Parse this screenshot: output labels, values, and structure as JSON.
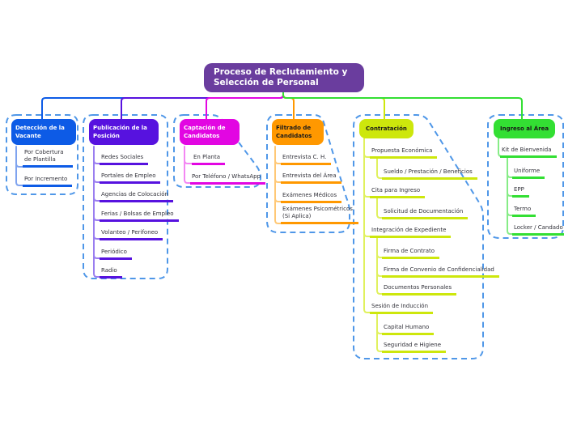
{
  "canvas": {
    "background": "#ffffff",
    "boundary_color": "#4f97e8",
    "leaf_text_color": "#33333b"
  },
  "root": {
    "label": "Proceso de Reclutamiento y Selección de Personal",
    "color": "#6a3d9e",
    "text_color": "#ffffff"
  },
  "branches": [
    {
      "label": "Detección de la Vacante",
      "color": "#0d5be6",
      "tint": "#7fa3ef",
      "text_color": "#ffffff",
      "children": [
        {
          "label": "Por Cobertura de Plantilla"
        },
        {
          "label": "Por Incremento"
        }
      ]
    },
    {
      "label": "Publicación de la Posición",
      "color": "#5712df",
      "tint": "#9a7ef0",
      "text_color": "#ffffff",
      "children": [
        {
          "label": "Redes Sociales"
        },
        {
          "label": "Portales de Empleo"
        },
        {
          "label": "Agencias de Colocación"
        },
        {
          "label": "Ferias / Bolsas de Empleo"
        },
        {
          "label": "Volanteo / Perifoneo"
        },
        {
          "label": "Periódico"
        },
        {
          "label": "Radio"
        }
      ]
    },
    {
      "label": "Captación de Candidatos",
      "color": "#e206e2",
      "tint": "#f387f3",
      "text_color": "#ffffff",
      "children": [
        {
          "label": "En Planta"
        },
        {
          "label": "Por Teléfono / WhatsApp"
        }
      ]
    },
    {
      "label": "Filtrado de Candidatos",
      "color": "#ff9800",
      "tint": "#ffc876",
      "text_color": "#1a1a1a",
      "children": [
        {
          "label": "Entrevista C. H."
        },
        {
          "label": "Entrevista del Área"
        },
        {
          "label": "Exámenes Médicos"
        },
        {
          "label": "Exámenes Psicométricos (Si Aplica)"
        }
      ]
    },
    {
      "label": "Contratación",
      "color": "#cde70c",
      "tint": "#e0f15e",
      "text_color": "#1a1a1a",
      "children": [
        {
          "label": "Propuesta Económica",
          "children": [
            {
              "label": "Sueldo / Prestación / Beneficios"
            }
          ]
        },
        {
          "label": "Cita para Ingreso",
          "children": [
            {
              "label": "Solicitud de Documentación"
            }
          ]
        },
        {
          "label": "Integración de Expediente",
          "children": [
            {
              "label": "Firma de Contrato"
            },
            {
              "label": "Firma de Convenio de Confidencialidad"
            },
            {
              "label": "Documentos Personales"
            }
          ]
        },
        {
          "label": "Sesión de Inducción",
          "children": [
            {
              "label": "Capital Humano"
            },
            {
              "label": "Seguridad e Higiene"
            }
          ]
        }
      ]
    },
    {
      "label": "Ingreso al Área",
      "color": "#33df33",
      "tint": "#86ec86",
      "text_color": "#1a1a1a",
      "children": [
        {
          "label": "Kit de Bienvenida",
          "children": [
            {
              "label": "Uniforme"
            },
            {
              "label": "EPP"
            },
            {
              "label": "Termo"
            },
            {
              "label": "Locker / Candado"
            }
          ]
        }
      ]
    }
  ]
}
